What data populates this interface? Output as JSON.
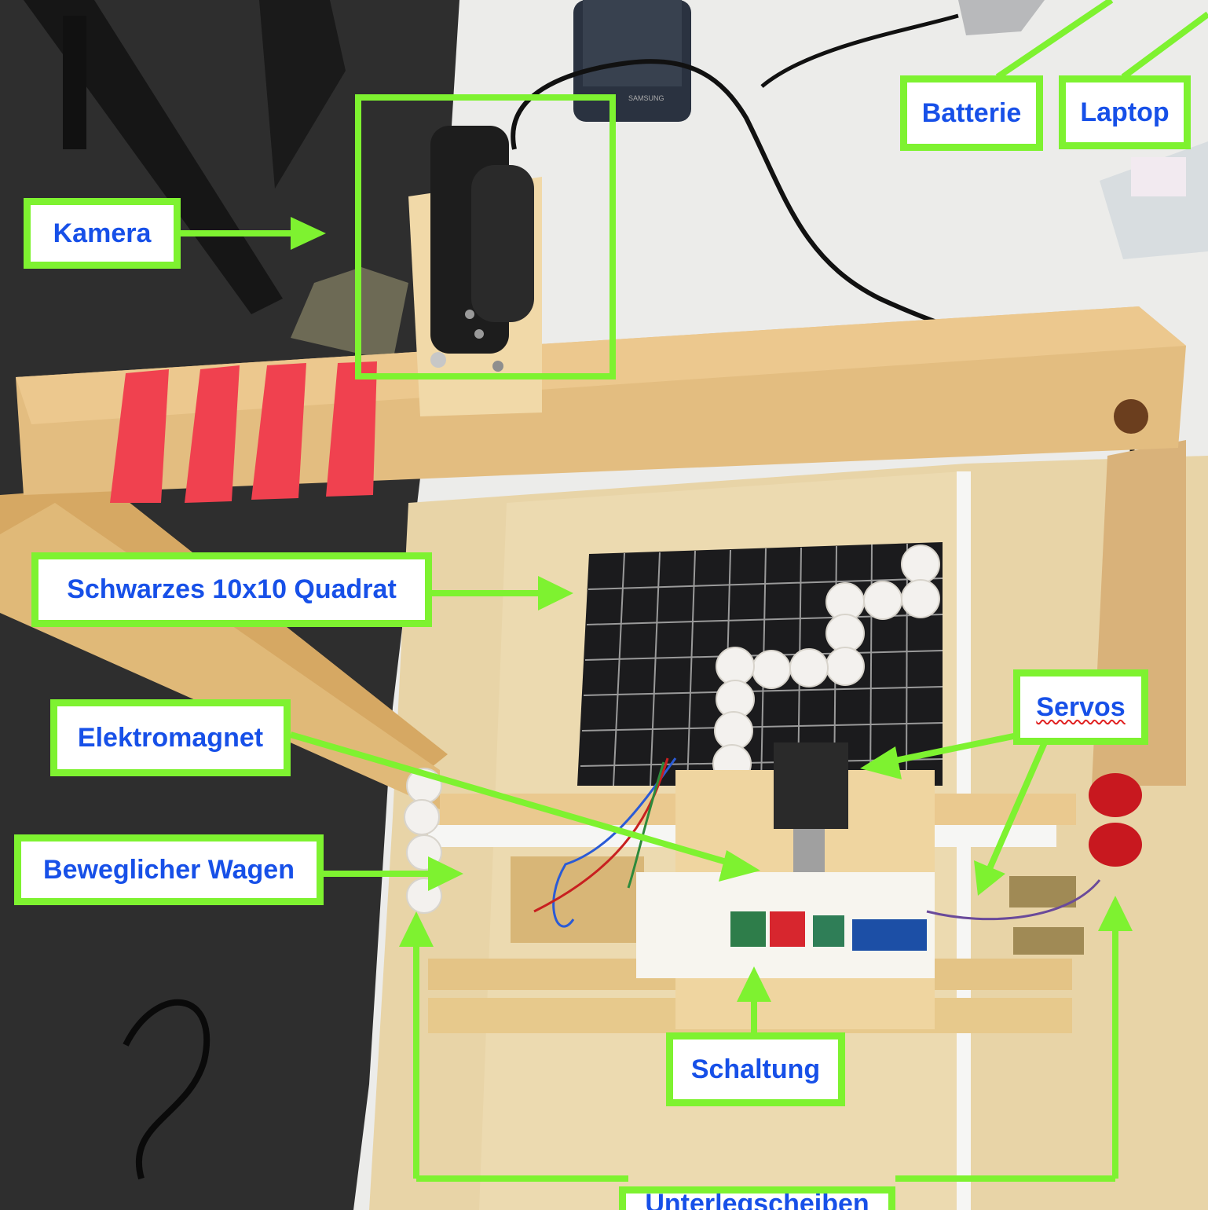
{
  "labels": {
    "kamera": "Kamera",
    "batterie": "Batterie",
    "laptop": "Laptop",
    "quadrat": "Schwarzes 10x10 Quadrat",
    "elektromagnet": "Elektromagnet",
    "servos": "Servos",
    "wagen": "Beweglicher Wagen",
    "schaltung": "Schaltung",
    "unterlegscheiben": "Unterlegscheiben"
  },
  "phone_brand": "SAMSUNG",
  "colors": {
    "annotation_green": "#7ef230",
    "label_text_blue": "#1750e8",
    "wood": "#e9cf9c",
    "tape_red": "#f0414f",
    "board_black": "#1b1b1d",
    "carpet": "#2d2d2d",
    "desk": "#ececea"
  }
}
